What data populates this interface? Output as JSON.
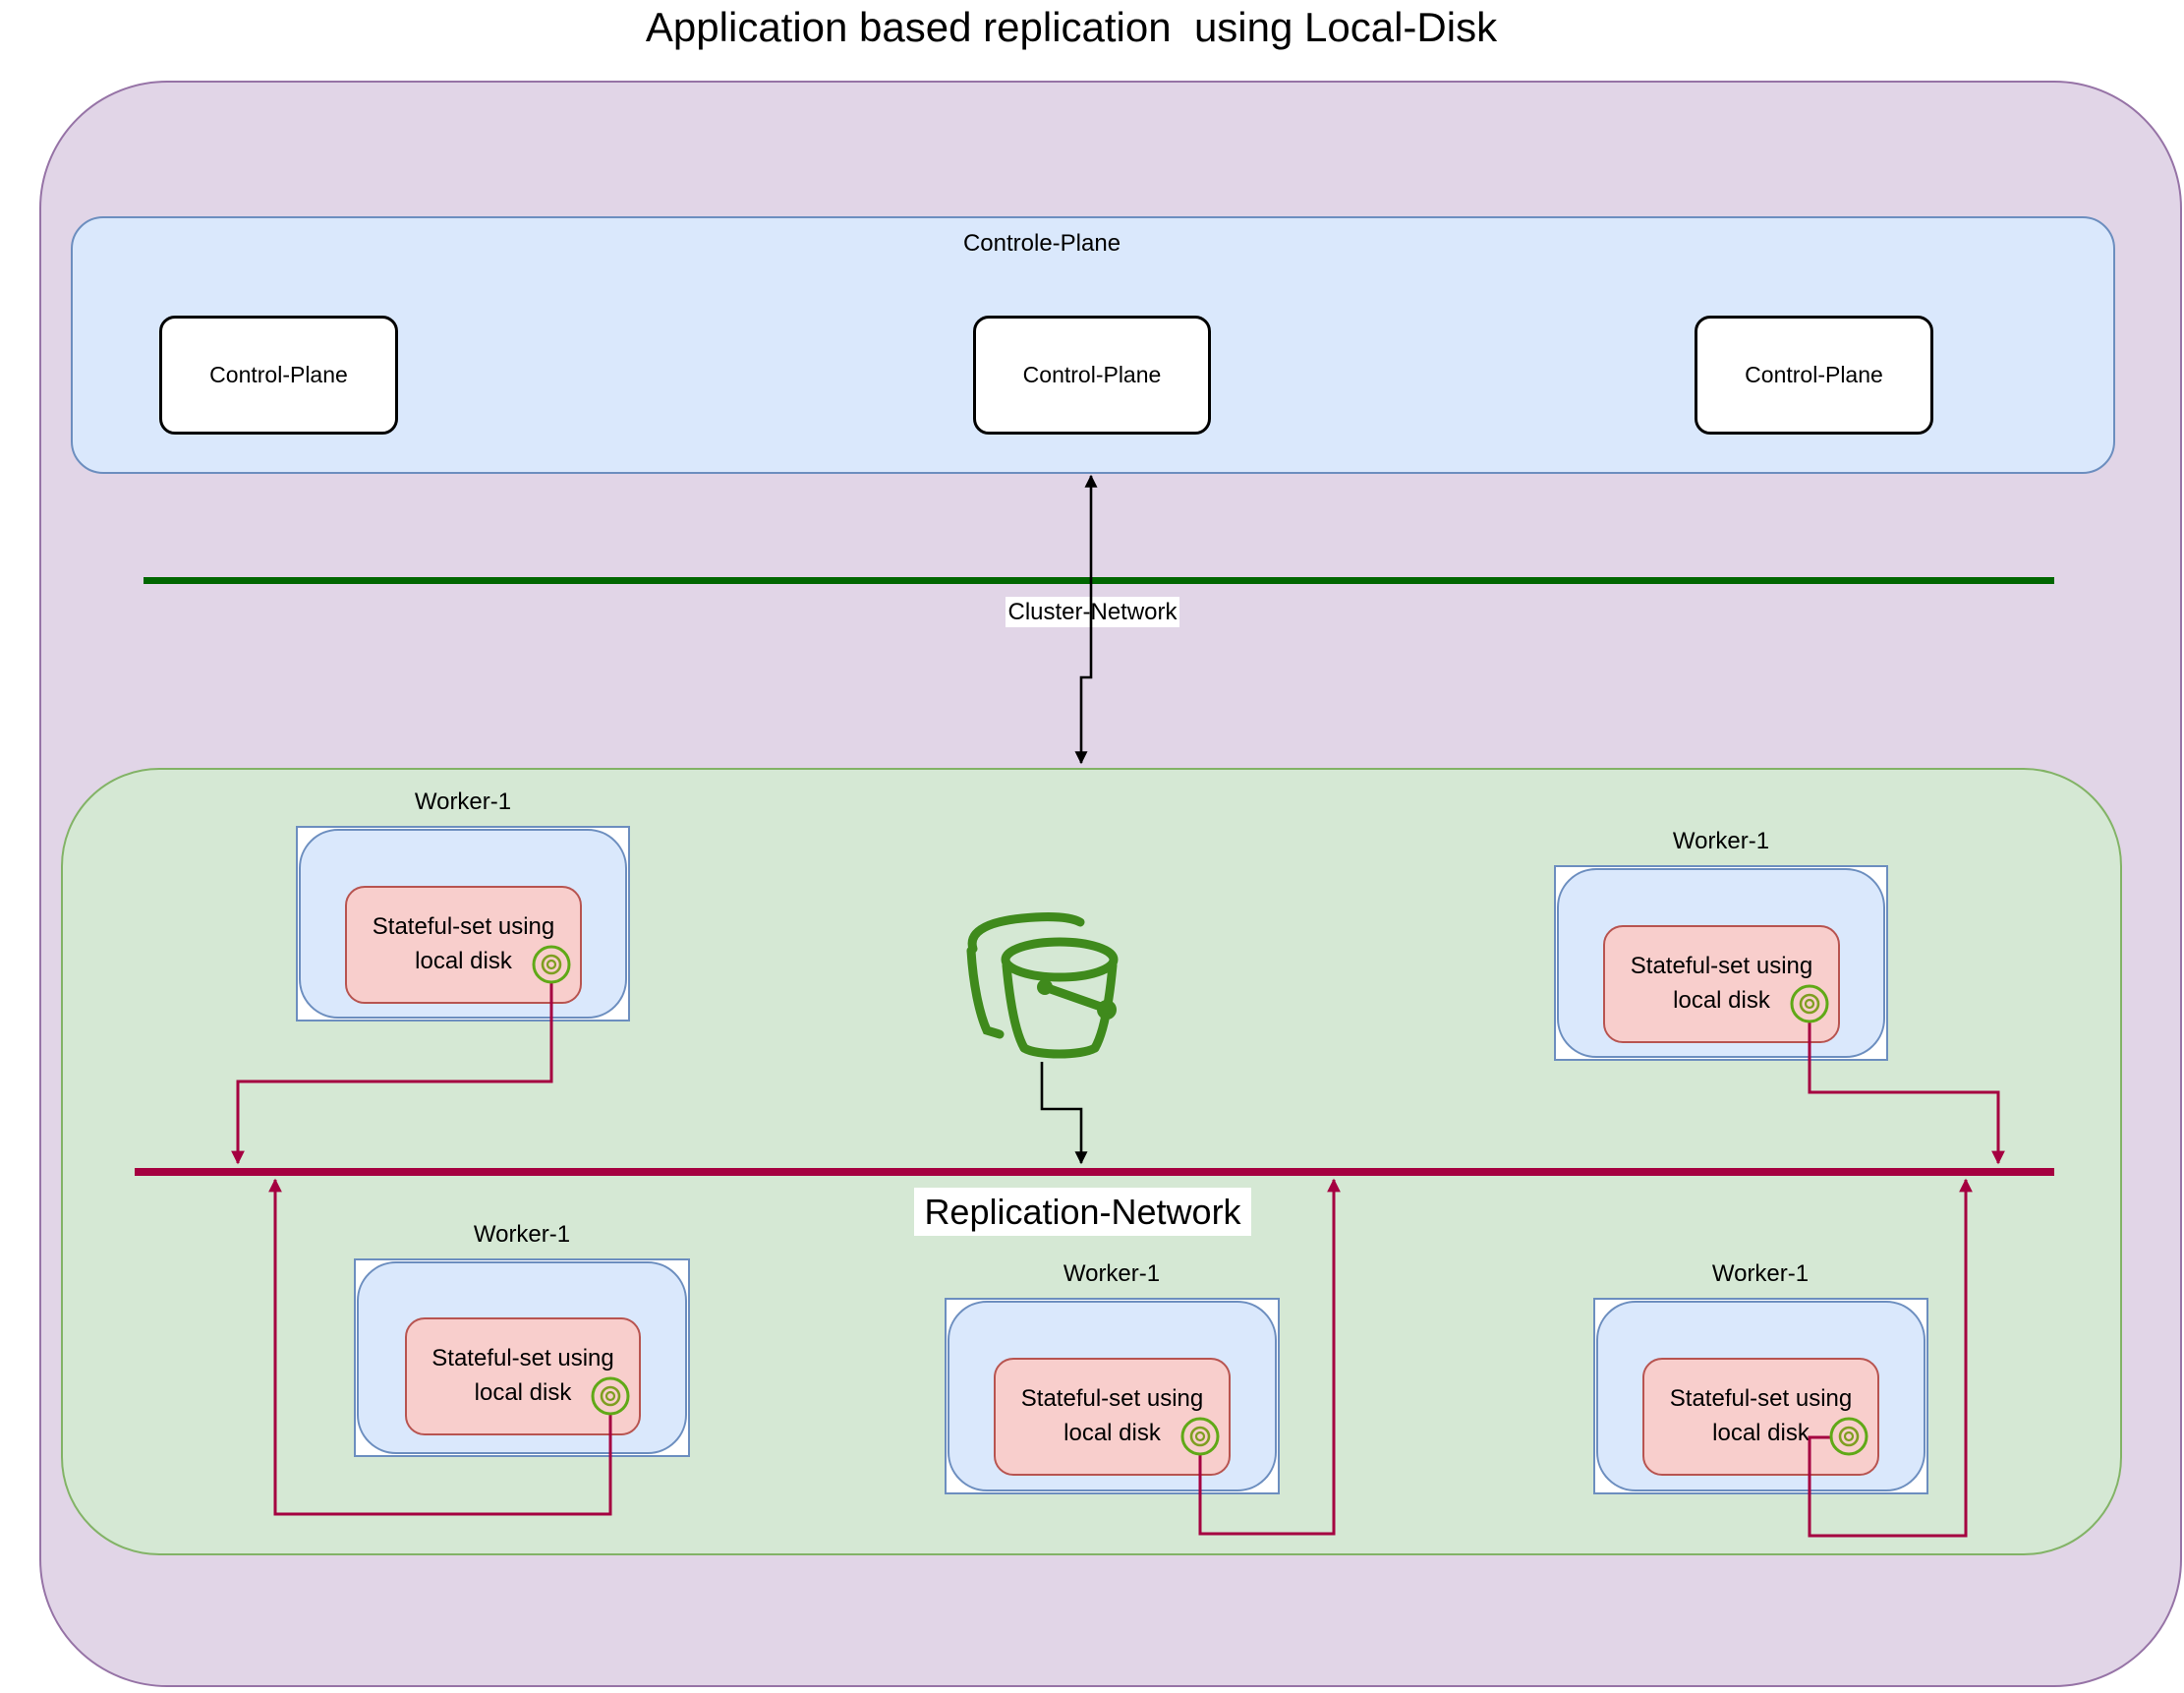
{
  "title": "Application based replication  using Local-Disk",
  "control_plane_section": {
    "label": "Controle-Plane",
    "nodes": [
      "Control-Plane",
      "Control-Plane",
      "Control-Plane"
    ]
  },
  "cluster_network": {
    "label": "Cluster-Network",
    "line_color": "#006600",
    "arrow_color": "#000000"
  },
  "replication_network": {
    "label": "Replication-Network",
    "line_color": "#A50040",
    "arrow_color": "#A50040"
  },
  "workers": [
    {
      "label": "Worker-1",
      "stateful_label": "Stateful-set using local disk",
      "position": "top-left"
    },
    {
      "label": "Worker-1",
      "stateful_label": "Stateful-set using local disk",
      "position": "top-right"
    },
    {
      "label": "Worker-1",
      "stateful_label": "Stateful-set using local disk",
      "position": "bottom-left"
    },
    {
      "label": "Worker-1",
      "stateful_label": "Stateful-set using local disk",
      "position": "bottom-middle"
    },
    {
      "label": "Worker-1",
      "stateful_label": "Stateful-set using local disk",
      "position": "bottom-right"
    }
  ],
  "icons": {
    "bucket": "bucket-icon",
    "disk": "disk-icon",
    "bucket_color": "#3F8A1C",
    "disk_outer_color": "#60A917",
    "disk_inner_color": "#7E9E20"
  },
  "colors": {
    "outer_boundary_fill": "#E1D5E7",
    "outer_boundary_stroke": "#9673A6",
    "control_plane_fill": "#DAE8FC",
    "control_plane_stroke": "#6C8EBF",
    "worker_area_fill": "#D5E8D4",
    "worker_area_stroke": "#82B366",
    "stateful_fill": "#F8CECC",
    "stateful_stroke": "#B85450",
    "node_fill": "#FFFFFF",
    "node_stroke": "#000000"
  }
}
